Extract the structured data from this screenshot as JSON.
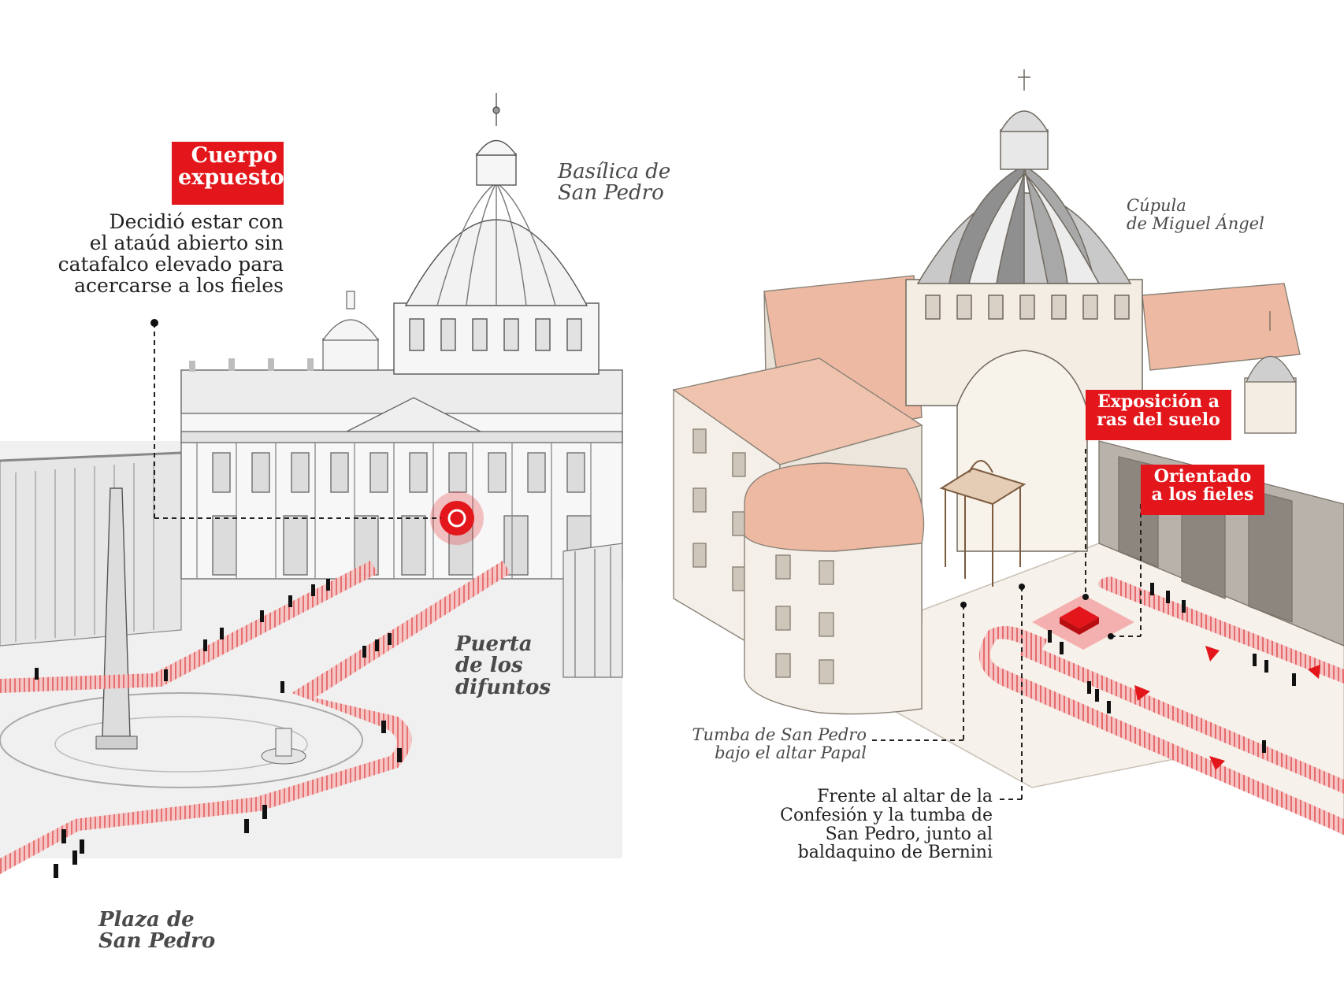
{
  "left_panel": {
    "tag_lines": [
      "Cuerpo",
      "expuesto"
    ],
    "desc_lines": [
      "Decidió estar con",
      "el ataúd abierto sin",
      "catafalco elevado para",
      "acercarse a los fieles"
    ],
    "basilica_label": [
      "Basílica de",
      "San Pedro"
    ],
    "door_label": [
      "Puerta",
      "de los",
      "difuntos"
    ],
    "plaza_label": [
      "Plaza de",
      "San Pedro"
    ]
  },
  "right_panel": {
    "dome_label": [
      "Cúpula",
      "de Miguel Ángel"
    ],
    "exposure_tag": [
      "Exposición a",
      "ras del suelo"
    ],
    "oriented_tag": [
      "Orientado",
      "a los fieles"
    ],
    "tomb_label": [
      "Tumba de San Pedro",
      "bajo el altar Papal"
    ],
    "front_lines": [
      "Frente al altar de la",
      "Confesión y la tumba de",
      "San Pedro, junto al",
      "baldaquino de Bernini"
    ]
  },
  "colors": {
    "accent": "#e3161b",
    "path": "#f2a0a0",
    "roof": "#eeb9a2",
    "wall": "#f4efe8",
    "text": "#222222",
    "label": "#4a4a4a"
  }
}
